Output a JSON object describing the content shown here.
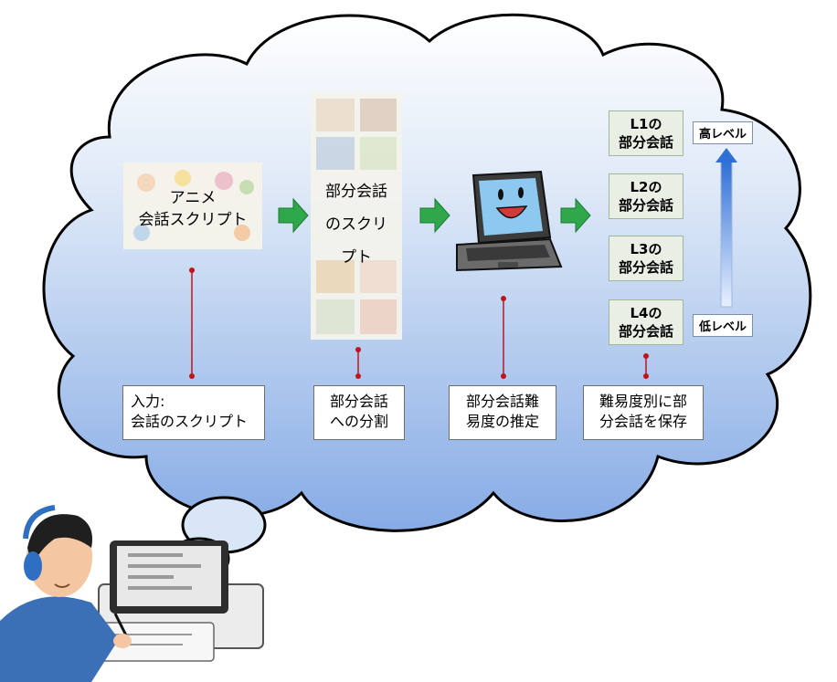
{
  "anime_script": {
    "line1": "アニメ",
    "line2": "会話スクリプト"
  },
  "partial_script": {
    "line1": "部分会話",
    "line2": "のスクリ",
    "line3": "プト"
  },
  "levels": [
    {
      "label": "L1の\n部分会話"
    },
    {
      "label": "L2の\n部分会話"
    },
    {
      "label": "L3の\n部分会話"
    },
    {
      "label": "L4の\n部分会話"
    }
  ],
  "high_level": "高レベル",
  "low_level": "低レベル",
  "notes": {
    "input": {
      "line1": "入力:",
      "line2": "会話のスクリプト"
    },
    "split": {
      "line1": "部分会話",
      "line2": "への分割"
    },
    "estimate": {
      "line1": "部分会話難",
      "line2": "易度の推定"
    },
    "save": {
      "line1": "難易度別に部",
      "line2": "分会話を保存"
    }
  },
  "colors": {
    "arrow": "#2ea84a",
    "connector": "#c0141c",
    "cloud_top": "#ffffff",
    "cloud_bottom": "#8fb2e6"
  }
}
